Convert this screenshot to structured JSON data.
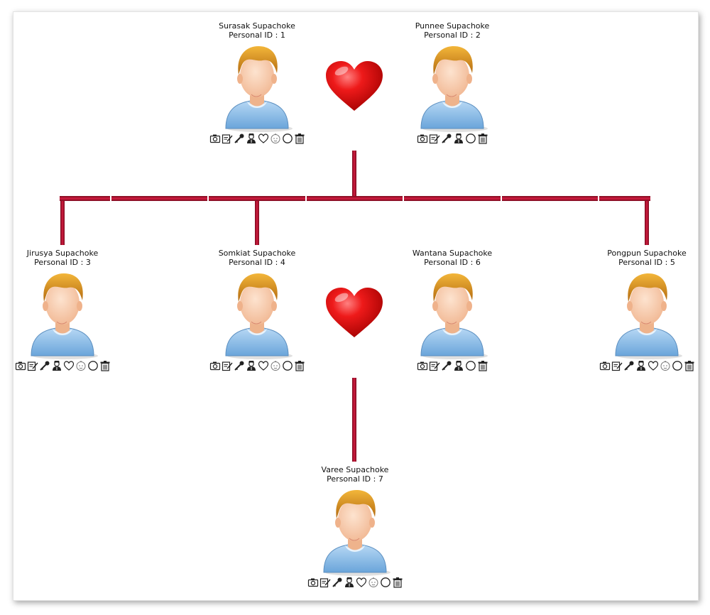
{
  "people": [
    {
      "key": "p1",
      "name": "Surasak Supachoke",
      "id_label": "Personal ID : 1"
    },
    {
      "key": "p2",
      "name": "Punnee Supachoke",
      "id_label": "Personal ID : 2"
    },
    {
      "key": "p3",
      "name": "Jirusya Supachoke",
      "id_label": "Personal ID : 3"
    },
    {
      "key": "p4",
      "name": "Somkiat Supachoke",
      "id_label": "Personal ID : 4"
    },
    {
      "key": "p6",
      "name": "Wantana Supachoke",
      "id_label": "Personal ID : 6"
    },
    {
      "key": "p5",
      "name": "Pongpun Supachoke",
      "id_label": "Personal ID : 5"
    },
    {
      "key": "p7",
      "name": "Varee Supachoke",
      "id_label": "Personal ID : 7"
    }
  ],
  "icons": {
    "full": [
      "camera-icon",
      "edit-icon",
      "key-icon",
      "father-icon",
      "heart-outline-icon",
      "baby-icon",
      "circle-icon",
      "trash-icon"
    ],
    "no_baby": [
      "camera-icon",
      "edit-icon",
      "key-icon",
      "father-icon",
      "circle-icon",
      "trash-icon"
    ]
  },
  "colors": {
    "connector": "#b2102f",
    "heart": "#e0101a"
  }
}
